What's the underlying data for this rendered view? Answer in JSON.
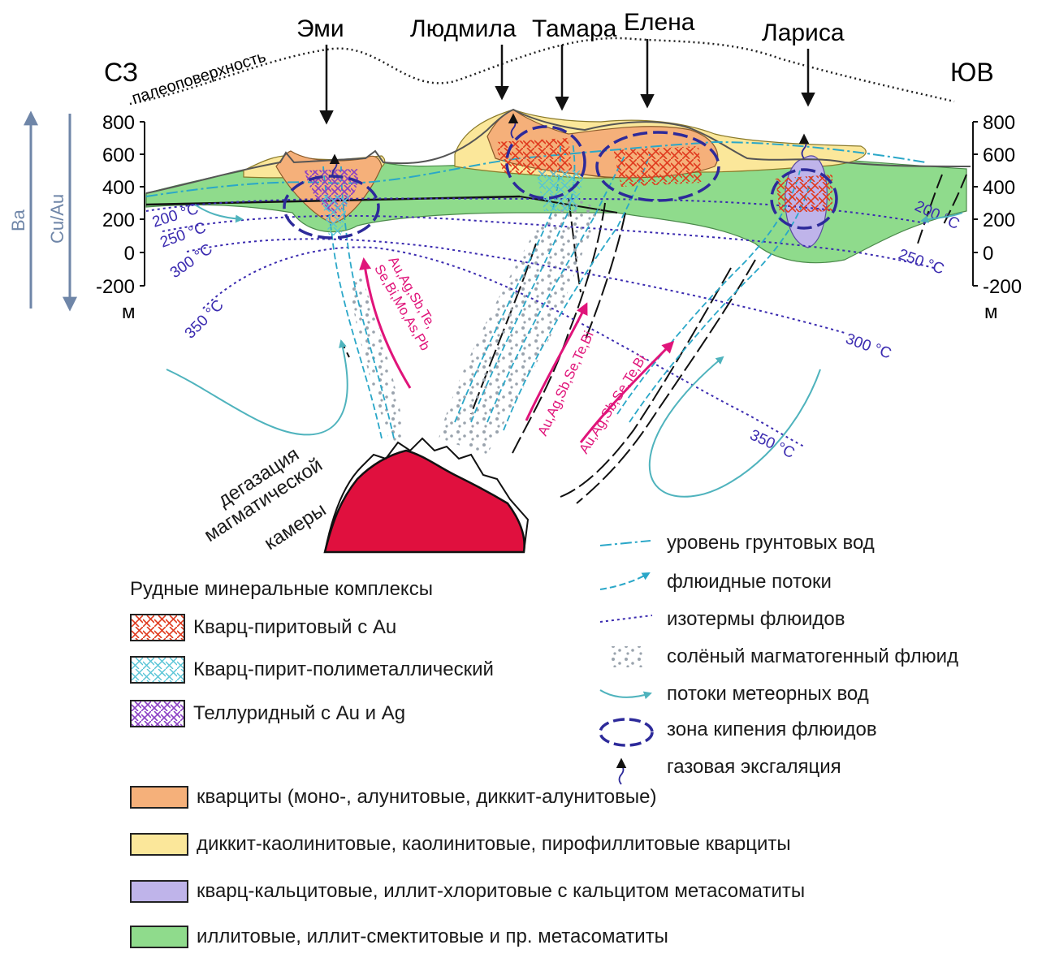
{
  "deposits": [
    "Эми",
    "Людмила",
    "Тамара",
    "Елена",
    "Лариса"
  ],
  "directions": {
    "nw": "СЗ",
    "se": "ЮВ"
  },
  "paleosurface_label": "палеоповерхность",
  "depth_axis": {
    "ticks": [
      "800",
      "600",
      "400",
      "200",
      "0",
      "-200"
    ],
    "unit": "м"
  },
  "trend_axis": {
    "ba_label": "Ba",
    "cuau_label": "Cu/Au"
  },
  "isotherms": {
    "left": [
      "200 °C",
      "250 °C",
      "300 °C",
      "350 °C"
    ],
    "right": [
      "200 °C",
      "250 °C",
      "300 °C",
      "350 °C"
    ]
  },
  "element_arrows": [
    "Au,Ag,Sb,Te,\nSe,Bi,Mo,As,Pb",
    "Au,Ag,Sb,Se,Te,Bi",
    "Au,Ag,Sb,Se,Te,Bi"
  ],
  "degassing_label": [
    "дегазация",
    "магматической",
    "камеры"
  ],
  "ore_legend": {
    "title": "Рудные минеральные комплексы",
    "items": [
      {
        "label": "Кварц-пиритовый с Au",
        "color": "#e03a1e"
      },
      {
        "label": "Кварц-пирит-полиметаллический",
        "color": "#55c4d6"
      },
      {
        "label": "Теллуридный с Au и Ag",
        "color": "#8a3fc4"
      }
    ]
  },
  "symbol_legend": [
    {
      "icon": "groundwater-line",
      "label": "уровень грунтовых вод"
    },
    {
      "icon": "fluid-flow-arrow",
      "label": "флюидные потоки"
    },
    {
      "icon": "isotherm-line",
      "label": "изотермы флюидов"
    },
    {
      "icon": "saline-fluid-dots",
      "label": "солёный магматогенный флюид"
    },
    {
      "icon": "meteoric-flow-arrow",
      "label": "потоки метеорных вод"
    },
    {
      "icon": "boiling-zone-ellipse",
      "label": "зона кипения флюидов"
    },
    {
      "icon": "gas-exhalation-squiggle",
      "label": "газовая эксгаляция"
    }
  ],
  "alteration_legend": [
    {
      "label": "кварциты (моно-, алунитовые, диккит-алунитовые)",
      "color": "#f5b07a"
    },
    {
      "label": "диккит-каолинитовые, каолинитовые, пирофиллитовые кварциты",
      "color": "#fbe79a"
    },
    {
      "label": "кварц-кальцитовые, иллит-хлоритовые с кальцитом метасоматиты",
      "color": "#bfb4ea"
    },
    {
      "label": "иллитовые, иллит-смектитовые и пр. метасоматиты",
      "color": "#8fdb8c"
    }
  ],
  "colors": {
    "magma": "#e0103e",
    "flow": "#2aa7c8",
    "isotherm": "#3b2bb0",
    "element_arrow": "#e0147a",
    "meteoric": "#4fb3bd",
    "axis_arrow": "#6f86a8"
  }
}
